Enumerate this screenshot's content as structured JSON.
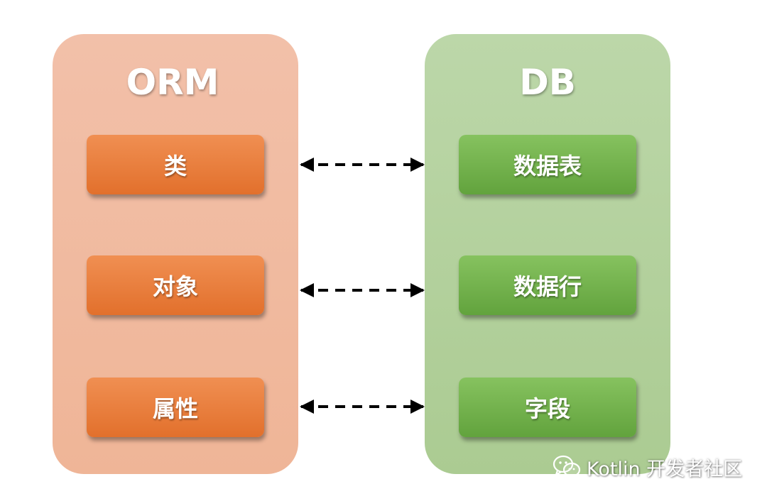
{
  "orm": {
    "title": "ORM",
    "items": [
      "类",
      "对象",
      "属性"
    ]
  },
  "db": {
    "title": "DB",
    "items": [
      "数据表",
      "数据行",
      "字段"
    ]
  },
  "watermark": {
    "icon": "wechat-icon",
    "text": "Kotlin 开发者社区"
  },
  "colors": {
    "orm_panel": "#f0b89d",
    "orm_box": "#e97d3d",
    "db_panel": "#b3d19d",
    "db_box": "#72b24a",
    "arrow": "#000000"
  }
}
